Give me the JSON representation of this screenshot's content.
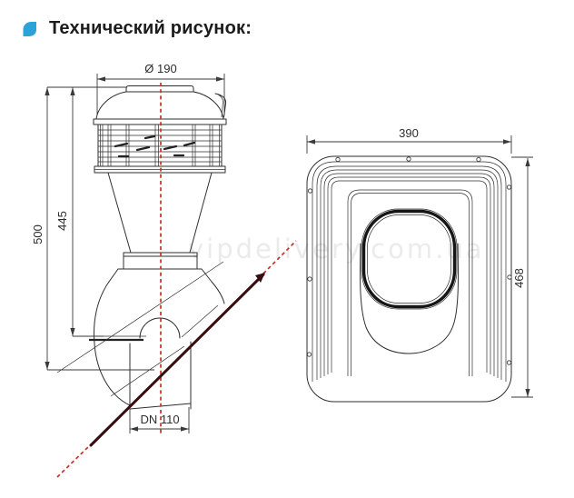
{
  "header": {
    "title": "Технический рисунок:"
  },
  "watermark": {
    "text": "vipdelivery.com.ua"
  },
  "colors": {
    "accent_blue": "#2BA3D8",
    "centerline_red": "#C5322C",
    "roof_line_dark": "#380D0F",
    "watermark_gray": "#DBDBDB"
  },
  "vent_drawing": {
    "dim_top_diameter": "Ø 190",
    "dim_total_height": "500",
    "dim_pipe_height": "445",
    "dim_pipe_diameter": "DN 110"
  },
  "plate_drawing": {
    "dim_width": "390",
    "dim_height": "468"
  }
}
